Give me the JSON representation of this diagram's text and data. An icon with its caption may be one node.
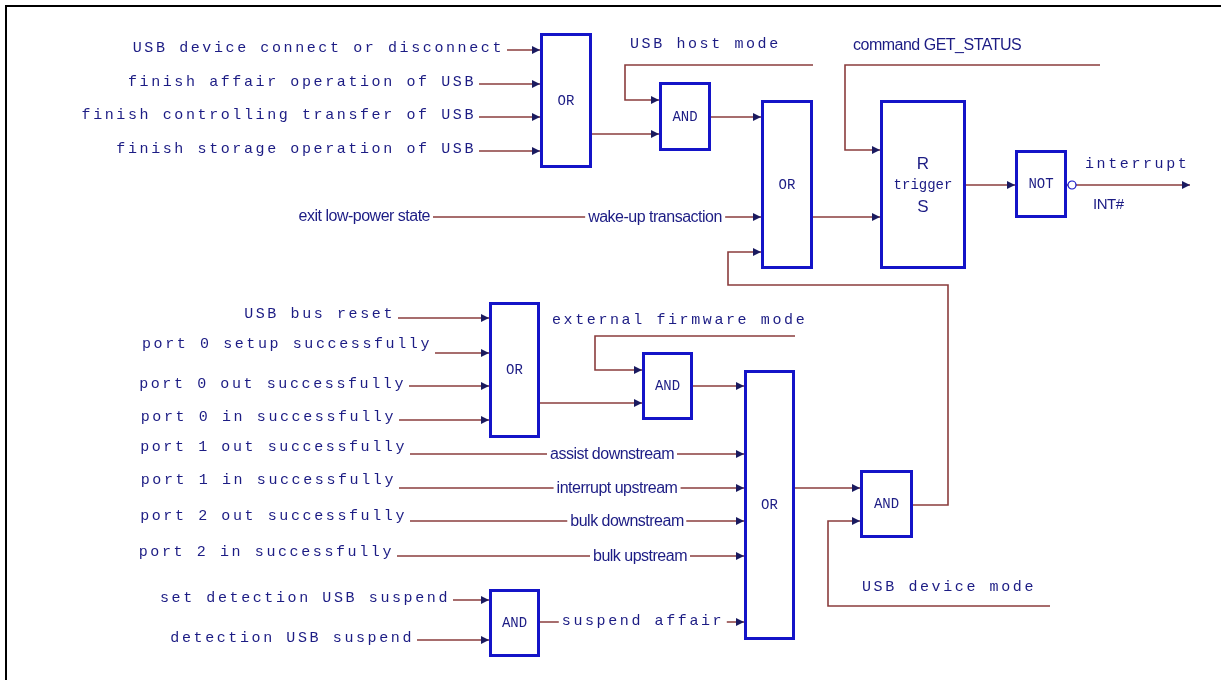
{
  "diagram": {
    "nodes": [
      {
        "text": [
          "USB device connect or disconnect"
        ]
      },
      {
        "text": [
          "finish affair operation of USB"
        ]
      },
      {
        "text": [
          "finish controlling transfer of USB"
        ]
      },
      {
        "text": [
          "finish storage operation of USB"
        ]
      },
      {
        "text": [
          "OR"
        ]
      },
      {
        "text": [
          "AND"
        ]
      },
      {
        "text": [
          "exit low-power state"
        ]
      },
      {
        "text": [
          "OR"
        ]
      },
      {
        "text": [
          "R",
          "trigger",
          "S"
        ]
      },
      {
        "text": [
          "NOT"
        ]
      },
      {
        "text": [
          "USB bus reset"
        ]
      },
      {
        "text": [
          "port 0 setup successfully"
        ]
      },
      {
        "text": [
          "port 0 out successfully"
        ]
      },
      {
        "text": [
          "port 0 in successfully"
        ]
      },
      {
        "text": [
          "OR"
        ]
      },
      {
        "text": [
          "AND"
        ]
      },
      {
        "text": [
          "port 1 out successfully"
        ]
      },
      {
        "text": [
          "port 1 in successfully"
        ]
      },
      {
        "text": [
          "port 2 out successfully"
        ]
      },
      {
        "text": [
          "port 2 in successfully"
        ]
      },
      {
        "text": [
          "OR"
        ]
      },
      {
        "text": [
          "set detection USB suspend"
        ]
      },
      {
        "text": [
          "detection USB suspend"
        ]
      },
      {
        "text": [
          "AND"
        ]
      },
      {
        "text": [
          "AND"
        ]
      }
    ],
    "edges": [
      {
        "from": 0,
        "to": 4,
        "arrow": "to"
      },
      {
        "from": 1,
        "to": 4,
        "arrow": "to"
      },
      {
        "from": 2,
        "to": 4,
        "arrow": "to"
      },
      {
        "from": 3,
        "to": 4,
        "arrow": "to"
      },
      {
        "from": 4,
        "to": 5,
        "arrow": "to"
      },
      {
        "from": null,
        "to": 5,
        "arrow": "to",
        "label": "USB host mode"
      },
      {
        "from": 5,
        "to": 7,
        "arrow": "to"
      },
      {
        "from": 6,
        "to": 7,
        "arrow": "to",
        "label": "wake-up transaction"
      },
      {
        "from": 7,
        "to": 8,
        "arrow": "to"
      },
      {
        "from": null,
        "to": 8,
        "arrow": "to",
        "label": "command GET_STATUS"
      },
      {
        "from": 8,
        "to": 9,
        "arrow": "to"
      },
      {
        "from": 9,
        "to": null,
        "arrow": "to",
        "label": "interrupt"
      },
      {
        "from": 24,
        "to": 7,
        "arrow": "to"
      },
      {
        "from": 10,
        "to": 14,
        "arrow": "to"
      },
      {
        "from": 11,
        "to": 14,
        "arrow": "to"
      },
      {
        "from": 12,
        "to": 14,
        "arrow": "to"
      },
      {
        "from": 13,
        "to": 14,
        "arrow": "to"
      },
      {
        "from": 14,
        "to": 15,
        "arrow": "to"
      },
      {
        "from": null,
        "to": 15,
        "arrow": "to",
        "label": "external firmware mode"
      },
      {
        "from": 15,
        "to": 20,
        "arrow": "to"
      },
      {
        "from": 16,
        "to": 20,
        "arrow": "to",
        "label": "assist downstream"
      },
      {
        "from": 17,
        "to": 20,
        "arrow": "to",
        "label": "interrupt upstream"
      },
      {
        "from": 18,
        "to": 20,
        "arrow": "to",
        "label": "bulk downstream"
      },
      {
        "from": 19,
        "to": 20,
        "arrow": "to",
        "label": "bulk upstream"
      },
      {
        "from": 21,
        "to": 23,
        "arrow": "to"
      },
      {
        "from": 22,
        "to": 23,
        "arrow": "to"
      },
      {
        "from": 23,
        "to": 20,
        "arrow": "to",
        "label": "suspend affair"
      },
      {
        "from": 20,
        "to": 24,
        "arrow": "to"
      },
      {
        "from": null,
        "to": 24,
        "arrow": "to",
        "label": "USB device mode"
      }
    ],
    "labels": [
      "INT#"
    ]
  }
}
